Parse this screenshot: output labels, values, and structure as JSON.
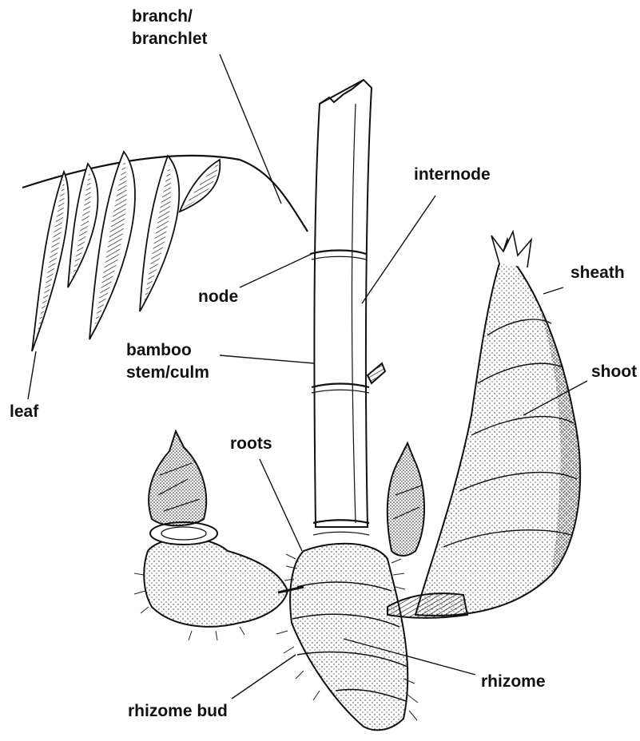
{
  "labels": {
    "branch_line1": "branch/",
    "branch_line2": "branchlet",
    "internode": "internode",
    "sheath": "sheath",
    "node": "node",
    "bamboo_line1": "bamboo",
    "bamboo_line2": "stem/culm",
    "shoot": "shoot",
    "leaf": "leaf",
    "roots": "roots",
    "rhizome": "rhizome",
    "rhizome_bud": "rhizome bud"
  },
  "colors": {
    "ink": "#111111",
    "paper": "#ffffff",
    "shade": "#555555"
  }
}
